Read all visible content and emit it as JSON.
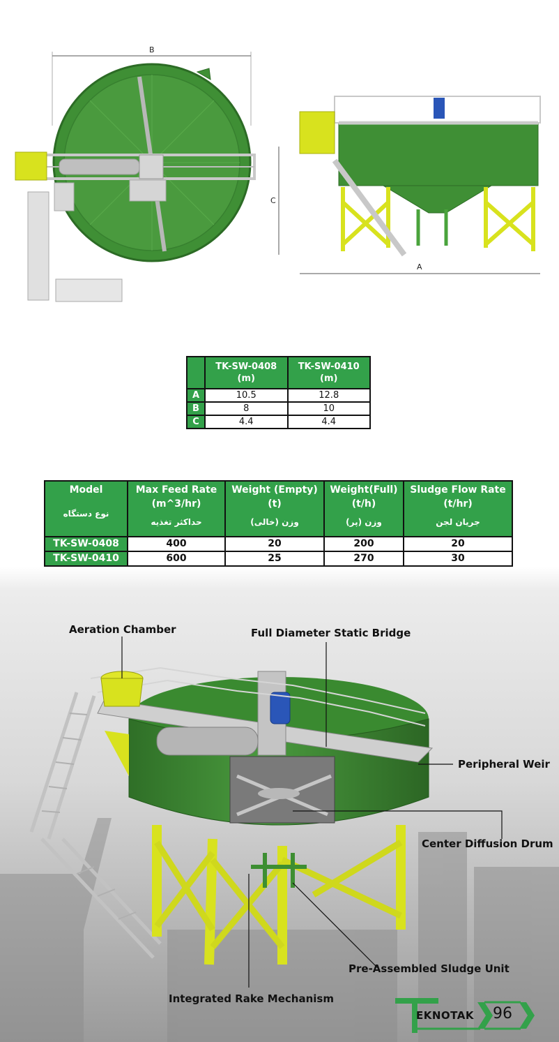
{
  "drawing": {
    "label_b": "B",
    "label_a": "A",
    "label_c": "C"
  },
  "dimension_table": {
    "columns": [
      {
        "code": "TK-SW-0408",
        "unit": "(m)"
      },
      {
        "code": "TK-SW-0410",
        "unit": "(m)"
      }
    ],
    "rows": [
      {
        "key": "A",
        "values": [
          "10.5",
          "12.8"
        ]
      },
      {
        "key": "B",
        "values": [
          "8",
          "10"
        ]
      },
      {
        "key": "C",
        "values": [
          "4.4",
          "4.4"
        ]
      }
    ]
  },
  "spec_table": {
    "headers": [
      {
        "en": "Model",
        "unit": "",
        "fa": "نوع دستگاه"
      },
      {
        "en": "Max Feed Rate",
        "unit": "(m^3/hr)",
        "fa": "حداکثر تغذیه"
      },
      {
        "en": "Weight (Empty)",
        "unit": "(t)",
        "fa": "وزن (خالی)"
      },
      {
        "en": "Weight(Full)",
        "unit": "(t/h)",
        "fa": "وزن (پر)"
      },
      {
        "en": "Sludge Flow Rate",
        "unit": "(t/hr)",
        "fa": "جریان لجن"
      }
    ],
    "rows": [
      {
        "model": "TK-SW-0408",
        "values": [
          "400",
          "20",
          "200",
          "20"
        ]
      },
      {
        "model": "TK-SW-0410",
        "values": [
          "600",
          "25",
          "270",
          "30"
        ]
      }
    ]
  },
  "callouts": {
    "aeration_chamber": "Aeration Chamber",
    "static_bridge": "Full Diameter Static Bridge",
    "peripheral_weir": "Peripheral Weir",
    "center_drum": "Center Diffusion Drum",
    "sludge_unit": "Pre-Assembled Sludge Unit",
    "rake_mechanism": "Integrated Rake Mechanism"
  },
  "brand": {
    "name": "EKNOTAK",
    "page_number": "96"
  },
  "colors": {
    "tank_green": "#3f8f35",
    "header_green": "#33a14a",
    "support_yellow": "#d8e21e",
    "steel_grey": "#c9c9c9",
    "motor_blue": "#2a56b8"
  }
}
